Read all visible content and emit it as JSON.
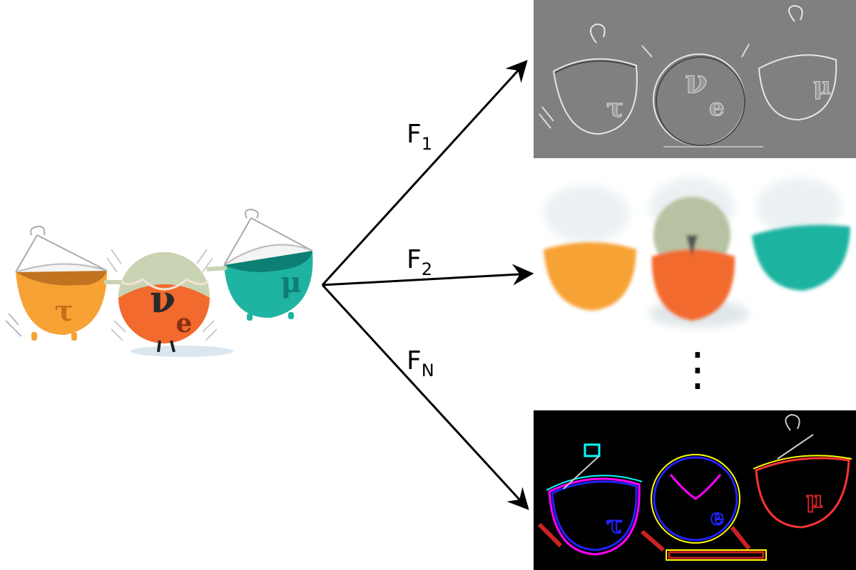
{
  "source": {
    "characters": [
      {
        "symbol": "τ",
        "color": "#F7A234",
        "shade": "#D07A1C"
      },
      {
        "symbol": "ν",
        "subscript": "e",
        "color": "#F26A2E",
        "head": "#C9D4B4"
      },
      {
        "symbol": "μ",
        "color": "#1FB3A1",
        "shade": "#0E7F73"
      }
    ]
  },
  "transforms": [
    {
      "letter": "F",
      "subscript": "1"
    },
    {
      "letter": "F",
      "subscript": "2"
    },
    {
      "letter": "F",
      "subscript": "N"
    }
  ],
  "outputs": {
    "panel1_background": "#808080",
    "panel3_background": "#000000"
  },
  "ellipsis": "⋮"
}
